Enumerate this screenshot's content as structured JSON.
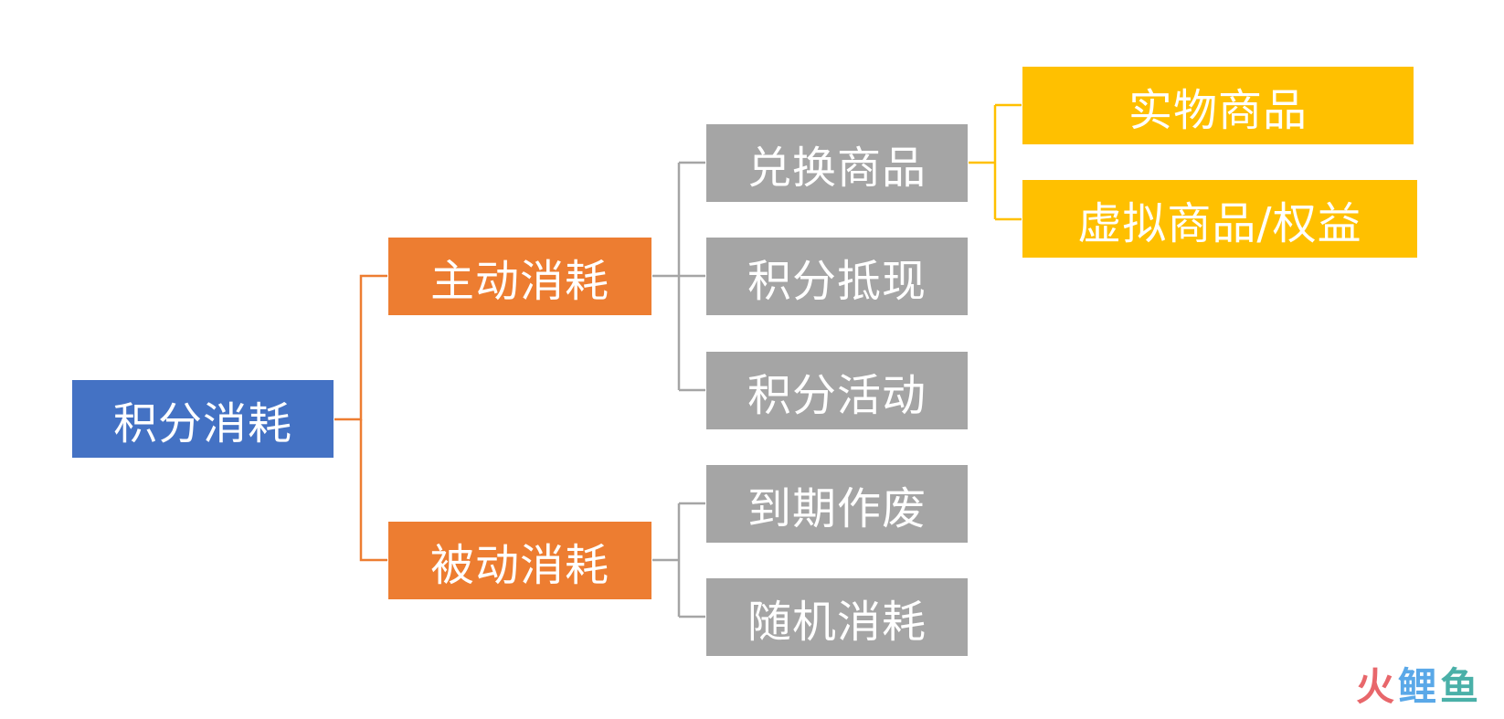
{
  "tree": {
    "root": {
      "label": "积分消耗"
    },
    "active": {
      "label": "主动消耗"
    },
    "passive": {
      "label": "被动消耗"
    },
    "redeem_goods": {
      "label": "兑换商品"
    },
    "points_cash": {
      "label": "积分抵现"
    },
    "points_activity": {
      "label": "积分活动"
    },
    "expire_void": {
      "label": "到期作废"
    },
    "random_consume": {
      "label": "随机消耗"
    },
    "physical_goods": {
      "label": "实物商品"
    },
    "virtual_goods": {
      "label": "虚拟商品/权益"
    }
  },
  "watermark": {
    "chars": [
      "火",
      "鲤",
      "鱼"
    ]
  },
  "colors": {
    "root": "#4472c4",
    "level1": "#ed7d31",
    "level2": "#a5a5a5",
    "level3": "#ffc000",
    "connector_orange": "#ed7d31",
    "connector_gray": "#a5a5a5",
    "connector_gold": "#ffc000"
  }
}
